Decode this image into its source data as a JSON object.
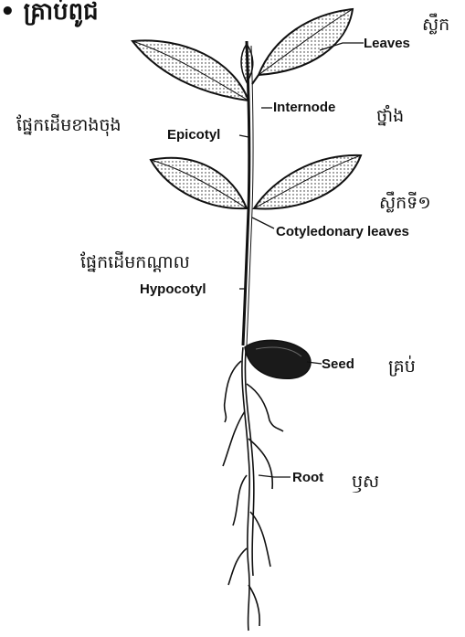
{
  "title": "• គ្រាប់ពូជ",
  "labels": {
    "leaves": "Leaves",
    "internode": "Internode",
    "epicotyl": "Epicotyl",
    "cotyledonary_leaves": "Cotyledonary leaves",
    "hypocotyl": "Hypocotyl",
    "seed": "Seed",
    "root": "Root"
  },
  "khmer_labels": {
    "leaves": "ស្លឹក",
    "internode": "ថ្នាំង",
    "epicotyl": "ផ្នែកដើមខាងចុង",
    "cotyledonary_leaves": "ស្លឹកទី១",
    "hypocotyl": "ផ្នែកដើមកណ្ដាល",
    "seed": "គ្រប់",
    "root": "ឫស"
  },
  "colors": {
    "ink": "#111111",
    "seed_fill": "#1a1a1a",
    "background": "#ffffff"
  }
}
